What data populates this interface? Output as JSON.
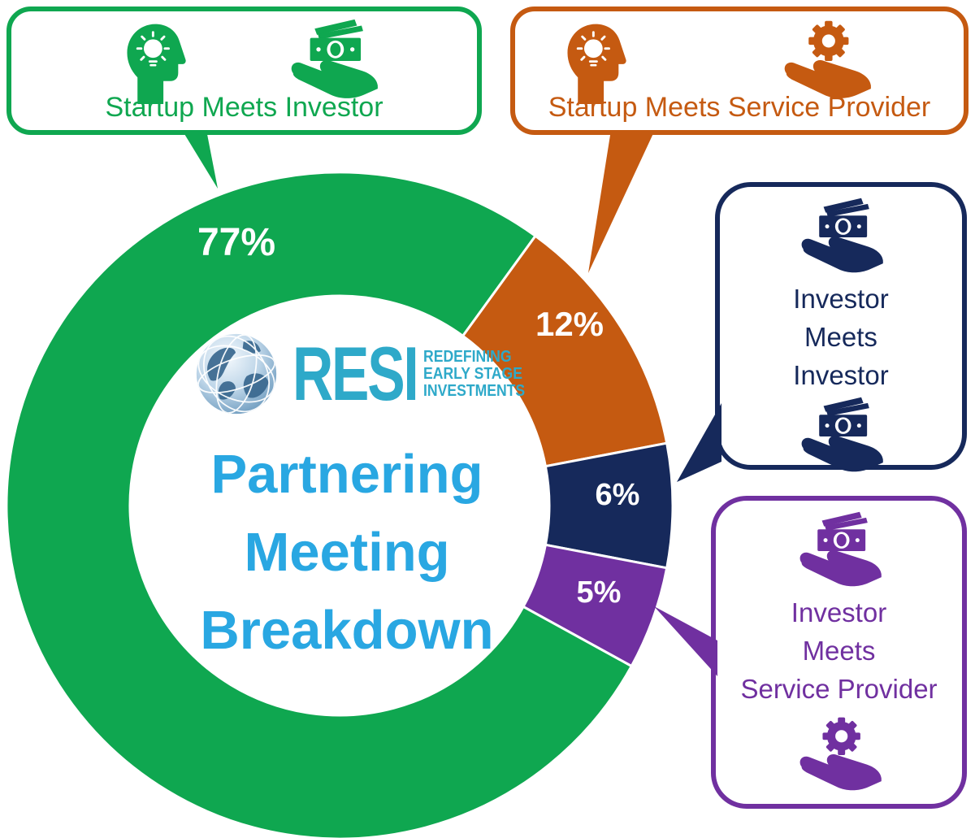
{
  "chart_data": {
    "type": "pie",
    "style": "donut",
    "title": "Partnering Meeting Breakdown",
    "unit": "%",
    "segments": [
      {
        "label": "Startup Meets Investor",
        "value": 77,
        "display": "77%",
        "color": "#0FA750"
      },
      {
        "label": "Startup Meets Service Provider",
        "value": 12,
        "display": "12%",
        "color": "#C55A11"
      },
      {
        "label": "Investor Meets Investor",
        "value": 6,
        "display": "6%",
        "color": "#16295B"
      },
      {
        "label": "Investor Meets Service Provider",
        "value": 5,
        "display": "5%",
        "color": "#7030A0"
      }
    ],
    "legend_position": "callout-boxes-around-donut"
  },
  "logo": {
    "name": "RESI",
    "tagline_lines": [
      "REDEFINING",
      "EARLY STAGE",
      "INVESTMENTS"
    ],
    "color": "#2EA9C9"
  },
  "center_title": {
    "lines": [
      "Partnering",
      "Meeting",
      "Breakdown"
    ],
    "color": "#29A7E2"
  },
  "callouts": [
    {
      "label": "Startup Meets Investor",
      "color": "#0FA750",
      "icons": [
        "idea-head-icon",
        "hand-money-icon"
      ]
    },
    {
      "label": "Startup Meets Service Provider",
      "color": "#C55A11",
      "icons": [
        "idea-head-icon",
        "hand-gear-icon"
      ]
    },
    {
      "lines": [
        "Investor",
        "Meets",
        "Investor"
      ],
      "color": "#16295B",
      "icons": [
        "hand-money-icon",
        "hand-money-icon"
      ]
    },
    {
      "lines": [
        "Investor",
        "Meets",
        "Service Provider"
      ],
      "color": "#7030A0",
      "icons": [
        "hand-money-icon",
        "hand-gear-icon"
      ]
    }
  ]
}
